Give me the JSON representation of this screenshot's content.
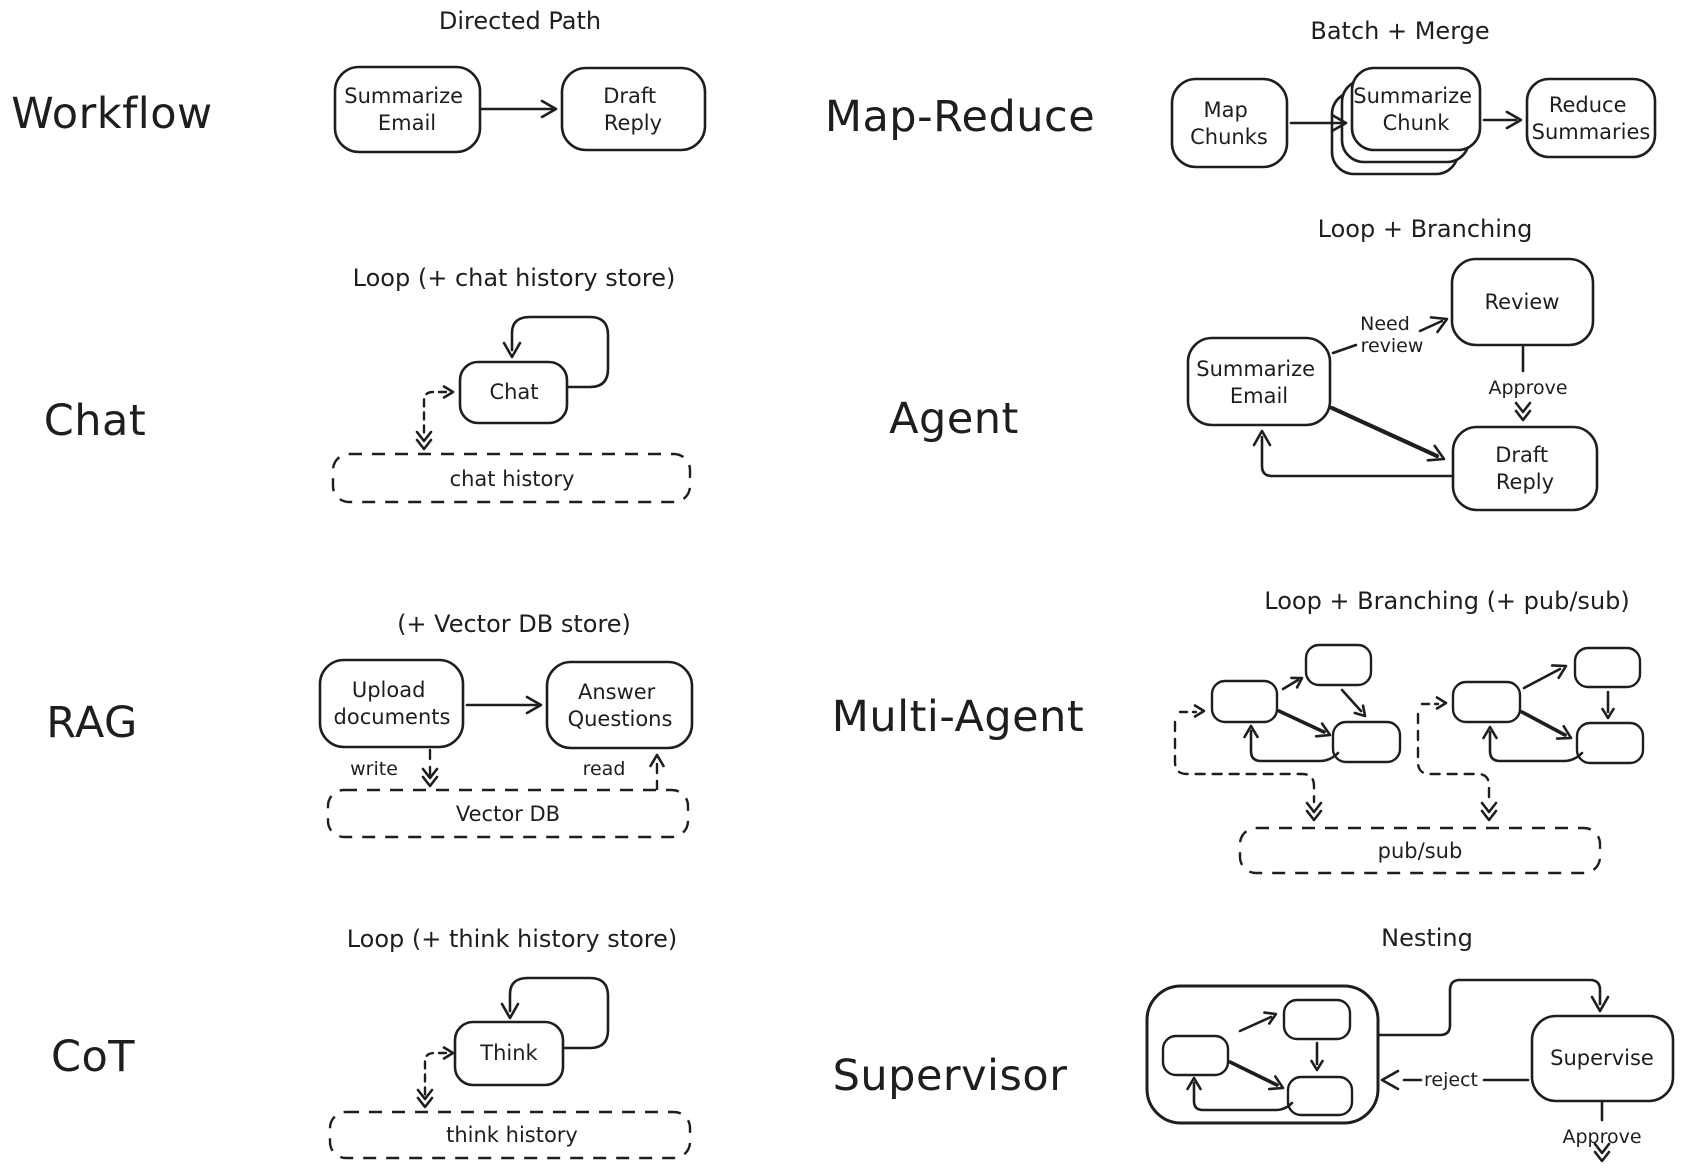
{
  "colors": {
    "ink": "#1e1e1e",
    "background": "#ffffff"
  },
  "sections": {
    "workflow": {
      "label": "Workflow",
      "pattern": "Directed Path",
      "nodes": {
        "summarize_email": [
          "Summarize",
          "Email"
        ],
        "draft_reply": [
          "Draft",
          "Reply"
        ]
      }
    },
    "map_reduce": {
      "label": "Map-Reduce",
      "pattern": "Batch + Merge",
      "nodes": {
        "map_chunks": [
          "Map",
          "Chunks"
        ],
        "summarize_chunk": [
          "Summarize",
          "Chunk"
        ],
        "reduce_summaries": [
          "Reduce",
          "Summaries"
        ]
      }
    },
    "chat": {
      "label": "Chat",
      "pattern": "Loop (+ chat history store)",
      "nodes": {
        "chat": "Chat"
      },
      "store": "chat history"
    },
    "agent": {
      "label": "Agent",
      "pattern": "Loop + Branching",
      "nodes": {
        "summarize_email": [
          "Summarize",
          "Email"
        ],
        "review": "Review",
        "draft_reply": [
          "Draft",
          "Reply"
        ]
      },
      "edges": {
        "need_review": [
          "Need",
          "review"
        ],
        "approve": "Approve"
      }
    },
    "rag": {
      "label": "RAG",
      "pattern": "(+ Vector DB store)",
      "nodes": {
        "upload_documents": [
          "Upload",
          "documents"
        ],
        "answer_questions": [
          "Answer",
          "Questions"
        ]
      },
      "store": "Vector DB",
      "edges": {
        "write": "write",
        "read": "read"
      }
    },
    "multi_agent": {
      "label": "Multi-Agent",
      "pattern": "Loop + Branching (+ pub/sub)",
      "store": "pub/sub"
    },
    "cot": {
      "label": "CoT",
      "pattern": "Loop (+ think history store)",
      "nodes": {
        "think": "Think"
      },
      "store": "think history"
    },
    "supervisor": {
      "label": "Supervisor",
      "pattern": "Nesting",
      "nodes": {
        "supervise": "Supervise"
      },
      "edges": {
        "reject": "reject",
        "approve": "Approve"
      }
    }
  }
}
